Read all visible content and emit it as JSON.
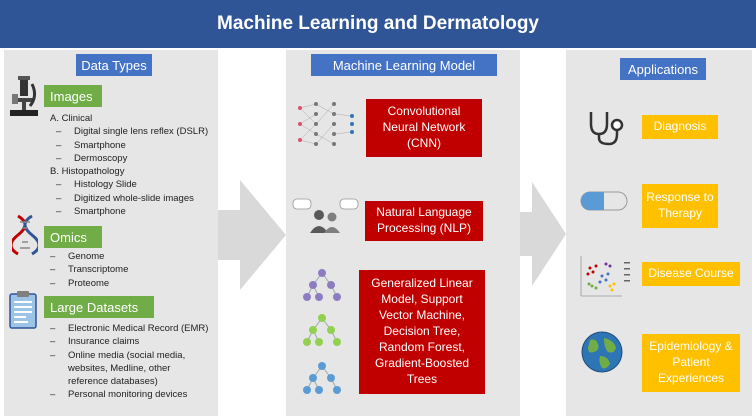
{
  "title": "Machine Learning and Dermatology",
  "data_types": {
    "header": "Data Types",
    "images": {
      "label": "Images",
      "items": [
        {
          "text": "A. Clinical",
          "level": 1
        },
        {
          "text": "Digital single lens reflex (DSLR)",
          "level": 2
        },
        {
          "text": "Smartphone",
          "level": 2
        },
        {
          "text": "Dermoscopy",
          "level": 2
        },
        {
          "text": "B. Histopathology",
          "level": 1
        },
        {
          "text": "Histology Slide",
          "level": 2
        },
        {
          "text": "Digitized whole-slide images",
          "level": 2
        },
        {
          "text": "Smartphone",
          "level": 2
        }
      ]
    },
    "omics": {
      "label": "Omics",
      "items": [
        "Genome",
        "Transcriptome",
        "Proteome"
      ]
    },
    "large_datasets": {
      "label": "Large Datasets",
      "items": [
        "Electronic Medical Record (EMR)",
        "Insurance claims",
        "Online media (social media,",
        "websites, Medline, other",
        "reference databases)",
        "Personal monitoring devices"
      ]
    }
  },
  "ml_model": {
    "header": "Machine Learning Model",
    "cnn": "Convolutional Neural Network (CNN)",
    "nlp": "Natural Language Processing (NLP)",
    "others": "Generalized Linear Model, Support Vector Machine, Decision Tree, Random Forest, Gradient-Boosted Trees"
  },
  "applications": {
    "header": "Applications",
    "diagnosis": "Diagnosis",
    "response": "Response to Therapy",
    "disease_course": "Disease Course",
    "epidemiology": "Epidemiology & Patient Experiences"
  },
  "colors": {
    "title_bar": "#2f5597",
    "header_blue": "#4472c4",
    "green": "#70ad47",
    "red": "#c00000",
    "yellow": "#ffc000",
    "panel": "#e6e6e6"
  },
  "icons": [
    "microscope-icon",
    "dna-icon",
    "clipboard-icon",
    "neural-network-icon",
    "people-chat-icon",
    "tree-icon",
    "stethoscope-icon",
    "pill-icon",
    "scatter-plot-icon",
    "globe-icon"
  ]
}
